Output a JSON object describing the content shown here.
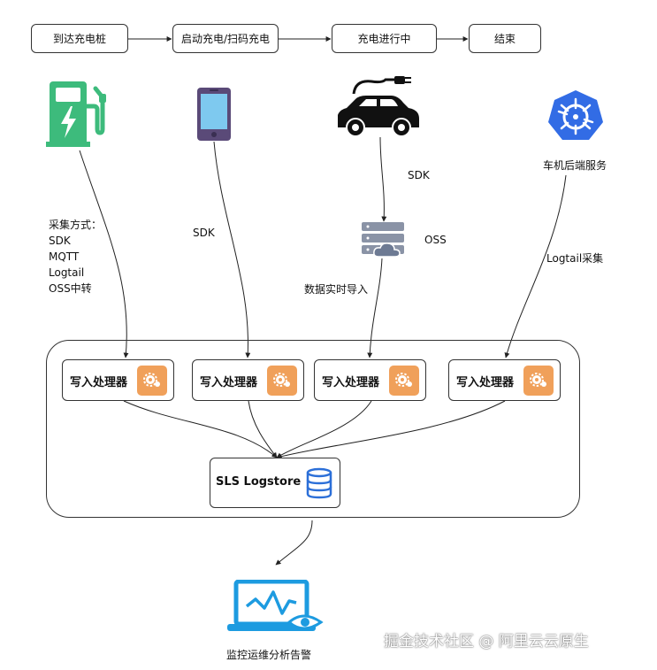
{
  "flow": {
    "steps": [
      "到达充电桩",
      "启动充电/扫码充电",
      "充电进行中",
      "结束"
    ]
  },
  "sources": {
    "k8s_service_label": "车机后端服务"
  },
  "edge_labels": {
    "collect_title": "采集方式：",
    "collect_methods": [
      "SDK",
      "MQTT",
      "Logtail",
      "OSS中转"
    ],
    "phone_sdk": "SDK",
    "car_sdk": "SDK",
    "oss_label": "OSS",
    "oss_import": "数据实时导入",
    "logtail_collect": "Logtail采集"
  },
  "processors": [
    "写入处理器",
    "写入处理器",
    "写入处理器",
    "写入处理器"
  ],
  "logstore": {
    "label": "SLS Logstore"
  },
  "monitor": {
    "label": "监控运维分析告警"
  },
  "watermark": "掘金技术社区 @ 阿里云云原生",
  "colors": {
    "charger_green": "#3dbb7c",
    "phone_purple": "#5a4a78",
    "phone_screen": "#7ec9ef",
    "car_black": "#111111",
    "k8s_blue": "#326ce5",
    "gear_orange": "#f0a05a",
    "db_blue": "#2b6fd8",
    "server_gray": "#8a93a6",
    "monitor_blue": "#1d9be0"
  }
}
